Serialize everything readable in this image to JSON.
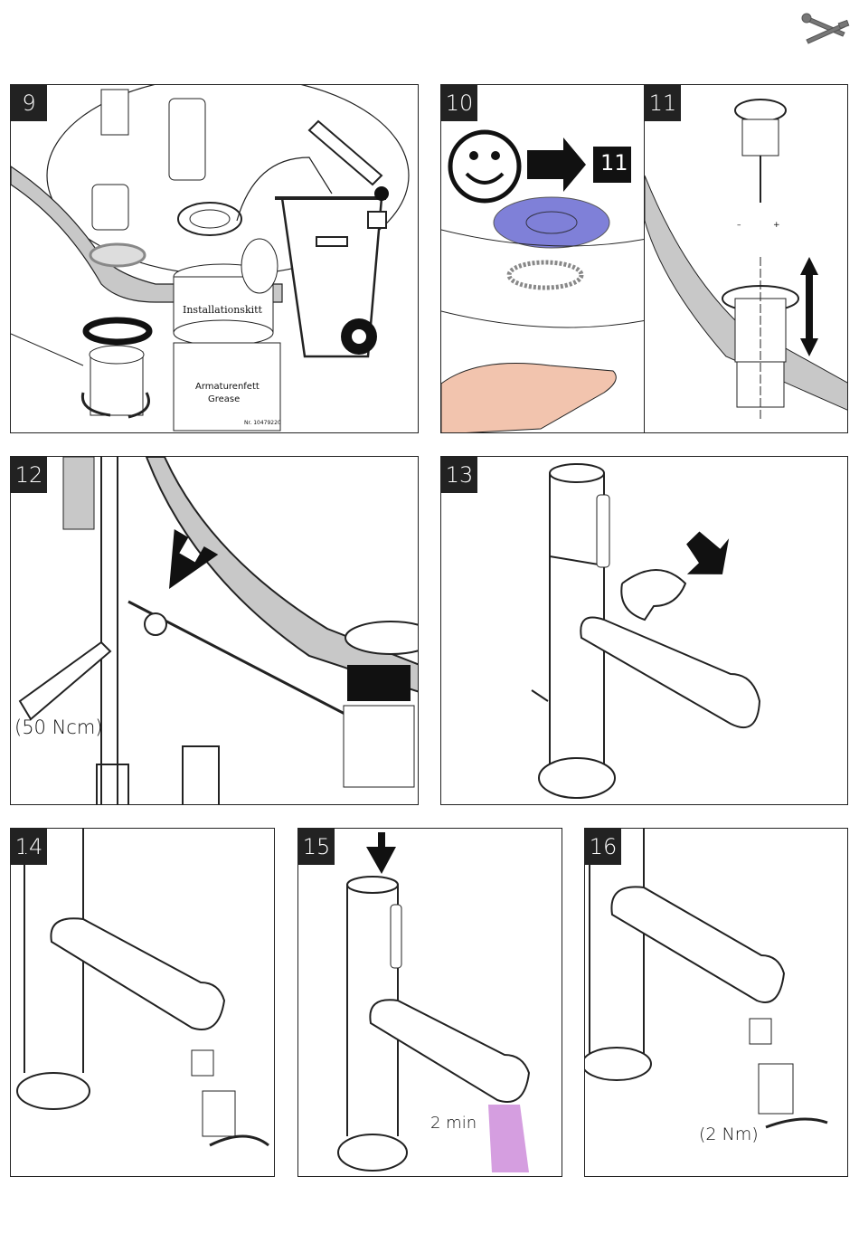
{
  "header": {
    "tools_icon": "wrench-screwdriver-icon"
  },
  "steps": {
    "s9": "9",
    "s10": "10",
    "s11": "11",
    "s12": "12",
    "s13": "13",
    "s14": "14",
    "s15": "15",
    "s16": "16"
  },
  "panel9": {
    "tin_label": "Installationskitt",
    "box_line1": "Armaturenfett",
    "box_line2": "Grease",
    "box_partno": "Nr. 10479220"
  },
  "panel10": {
    "goto_label": "11"
  },
  "panel12": {
    "torque": "(50 Ncm)"
  },
  "panel15": {
    "duration": "2 min",
    "flow_color": "#c77dd6"
  },
  "panel16": {
    "torque": "(2 Nm)"
  },
  "panel11": {
    "minus": "–",
    "plus": "+"
  },
  "colors": {
    "gray_fill": "#c8c8c8",
    "blue_disc": "#7f80d8",
    "skin": "#f2c4ae"
  }
}
